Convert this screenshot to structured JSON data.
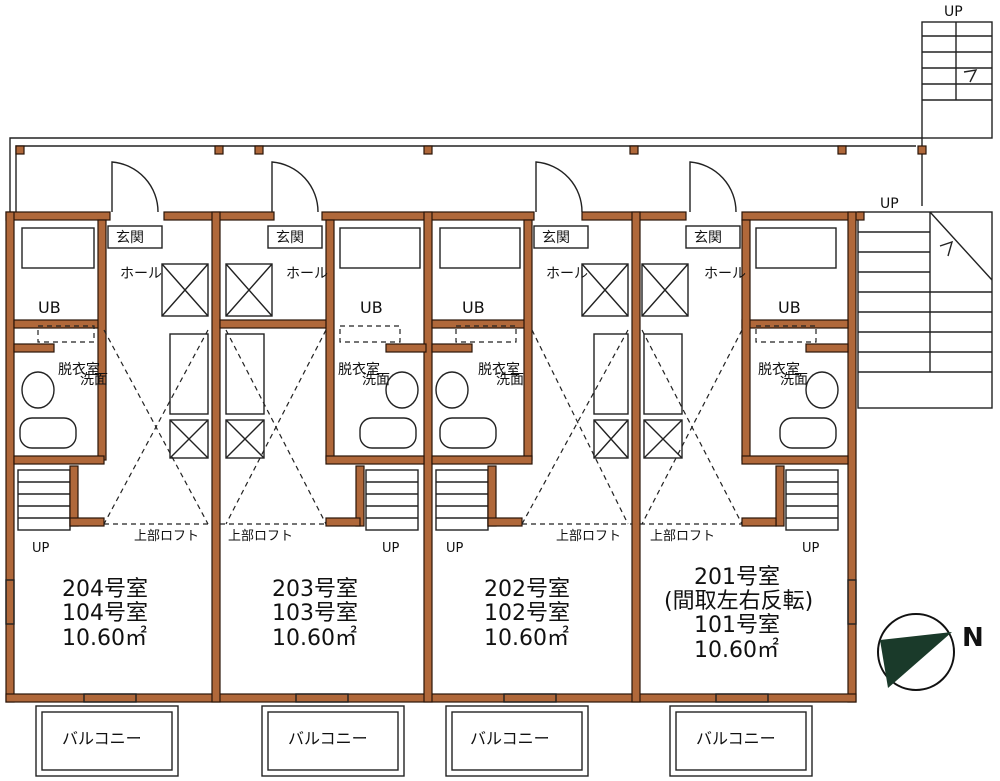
{
  "units": [
    {
      "line1": "204号室",
      "line2": "104号室",
      "line3": "10.60㎡"
    },
    {
      "line1": "203号室",
      "line2": "103号室",
      "line3": "10.60㎡"
    },
    {
      "line1": "202号室",
      "line2": "102号室",
      "line3": "10.60㎡"
    },
    {
      "line1": "201号室",
      "line2": "(間取左右反転)",
      "line3": "101号室",
      "line4": "10.60㎡"
    }
  ],
  "labels": {
    "genkan": "玄関",
    "hall": "ホール",
    "ub": "UB",
    "dressing": "脱衣室",
    "washroom": "洗面",
    "loft": "上部ロフト",
    "up": "UP",
    "balcony": "バルコニー",
    "north": "N"
  }
}
